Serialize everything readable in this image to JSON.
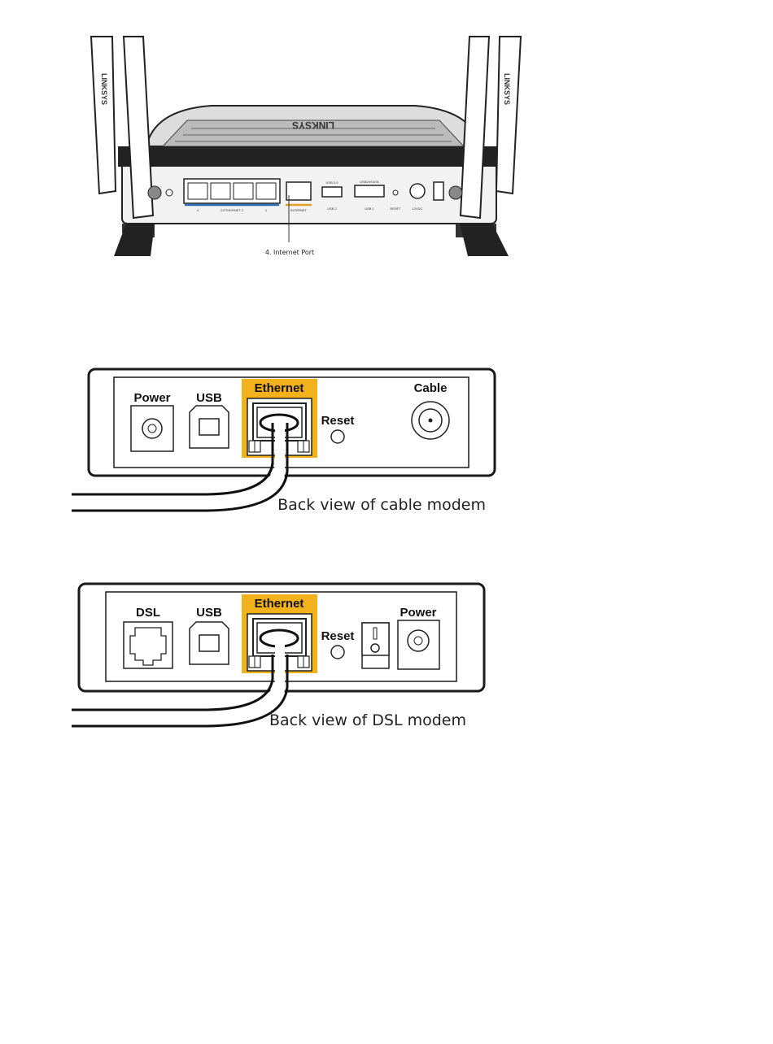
{
  "router": {
    "brand": "LINKSYS",
    "callout": "4. Internet Port",
    "port_labels": {
      "ethernet_4": "4",
      "ethernet_group": "3  ETHERNET 2",
      "ethernet_1": "1",
      "internet": "INTERNET",
      "usb3": "USB 3.0",
      "usb3_sub": "USB 2",
      "esata": "USB2/eSATA",
      "esata_sub": "USB 1",
      "reset": "RESET",
      "power": "12VDC"
    }
  },
  "cable_modem": {
    "labels": {
      "power": "Power",
      "usb": "USB",
      "ethernet": "Ethernet",
      "reset": "Reset",
      "cable": "Cable"
    },
    "caption": "Back view of cable modem"
  },
  "dsl_modem": {
    "labels": {
      "dsl": "DSL",
      "usb": "USB",
      "ethernet": "Ethernet",
      "reset": "Reset",
      "power": "Power"
    },
    "caption": "Back view of DSL modem"
  },
  "colors": {
    "highlight": "#f3b21b",
    "ethernet_blue": "#2b6cb0",
    "internet_yellow": "#e0a020",
    "outline": "#1a1a1a"
  }
}
